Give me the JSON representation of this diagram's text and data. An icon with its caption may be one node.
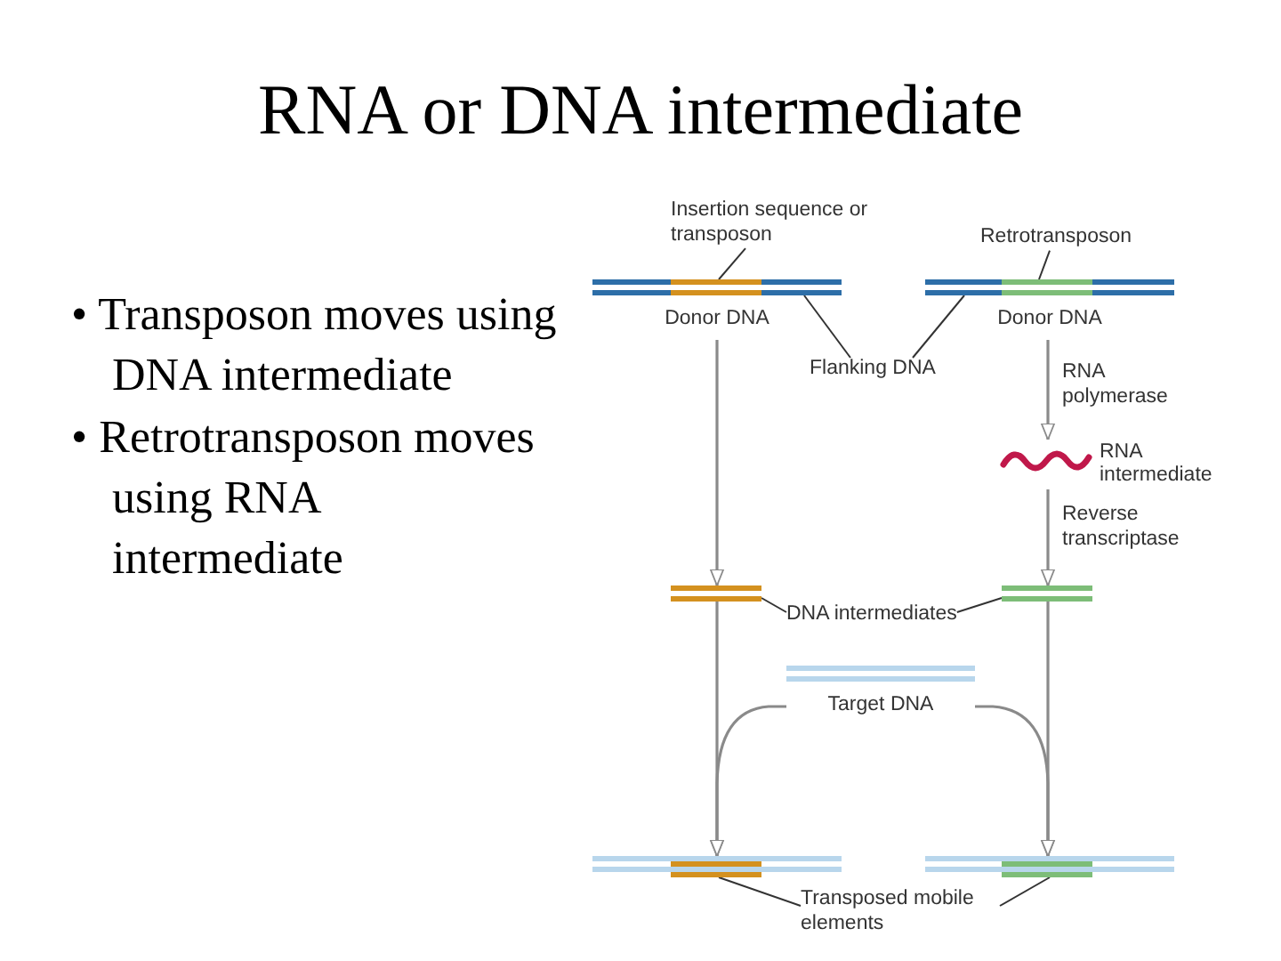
{
  "diagram": {
    "title": "RNA or DNA intermediate",
    "nodes": [
      {
        "text": [
          "Insertion sequence or transposon"
        ]
      },
      {
        "text": [
          "Retrotransposon"
        ]
      },
      {
        "text": [
          "Donor DNA"
        ]
      },
      {
        "text": [],
        "shape": "bar",
        "in": 2
      },
      {
        "text": [],
        "shape": "bar",
        "in": 2
      },
      {
        "text": [],
        "shape": "bar",
        "in": 2
      },
      {
        "text": [
          "Donor DNA"
        ]
      },
      {
        "text": [],
        "shape": "bar",
        "in": 6
      },
      {
        "text": [],
        "shape": "bar",
        "in": 6
      },
      {
        "text": [],
        "shape": "bar",
        "in": 6
      },
      {
        "text": [
          "Flanking DNA"
        ]
      },
      {
        "text": [],
        "shape": "wave",
        "beside": [
          "RNA intermediate"
        ]
      },
      {
        "text": [],
        "shape": "bar"
      },
      {
        "text": [],
        "shape": "bar"
      },
      {
        "text": [
          "DNA intermediates"
        ]
      },
      {
        "text": [
          "Target DNA"
        ]
      },
      {
        "text": [],
        "shape": "bar"
      },
      {
        "text": [],
        "shape": "bar",
        "in": 16
      },
      {
        "text": [],
        "shape": "bar"
      },
      {
        "text": [],
        "shape": "bar",
        "in": 18
      },
      {
        "text": [
          "Transposed mobile elements"
        ]
      }
    ],
    "edges": [
      {
        "from": 0,
        "to": 4,
        "arrow": "none"
      },
      {
        "from": 1,
        "to": 8,
        "arrow": "none"
      },
      {
        "from": 10,
        "to": 5,
        "arrow": "none"
      },
      {
        "from": 10,
        "to": 7,
        "arrow": "none"
      },
      {
        "from": 2,
        "to": 12,
        "arrow": "to"
      },
      {
        "from": 6,
        "to": 11,
        "arrow": "to",
        "label": "RNA polymerase"
      },
      {
        "from": 11,
        "to": 13,
        "arrow": "to",
        "label": "Reverse transcriptase"
      },
      {
        "from": 14,
        "to": 12,
        "arrow": "none"
      },
      {
        "from": 14,
        "to": 13,
        "arrow": "none"
      },
      {
        "from": 12,
        "to": 16,
        "arrow": "to"
      },
      {
        "from": 13,
        "to": 18,
        "arrow": "to"
      },
      {
        "from": 15,
        "to": 16,
        "arrow": "to"
      },
      {
        "from": 15,
        "to": 18,
        "arrow": "to"
      },
      {
        "from": 20,
        "to": 17,
        "arrow": "none"
      },
      {
        "from": 20,
        "to": 19,
        "arrow": "none"
      }
    ],
    "labels": [
      "• Transposon moves using DNA intermediate",
      "• Retrotransposon moves using RNA intermediate"
    ]
  }
}
